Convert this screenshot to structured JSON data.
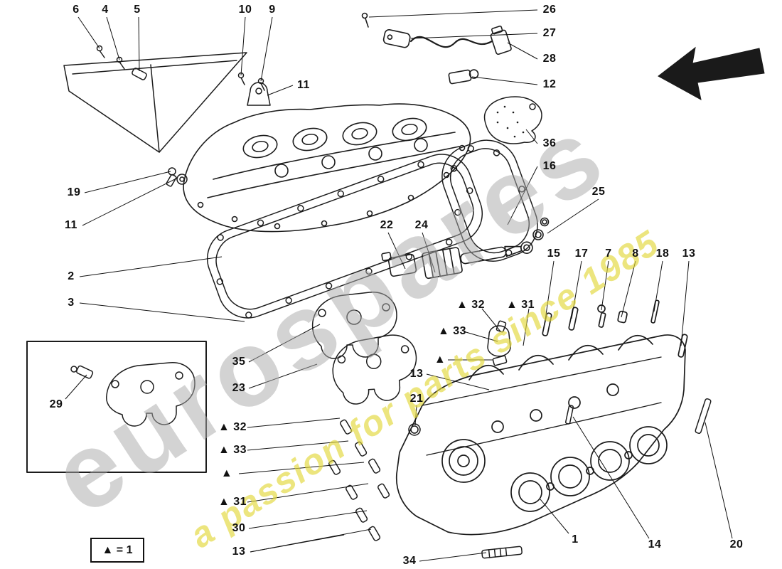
{
  "diagram": {
    "watermark_line1": "eurospares",
    "watermark_line2": "a passion for parts since 1985",
    "legend_text": "▲ = 1",
    "labels": [
      {
        "text": "6"
      },
      {
        "text": "4"
      },
      {
        "text": "5"
      },
      {
        "text": "10"
      },
      {
        "text": "9"
      },
      {
        "text": "26"
      },
      {
        "text": "27"
      },
      {
        "text": "28"
      },
      {
        "text": "12"
      },
      {
        "text": "11"
      },
      {
        "text": "36"
      },
      {
        "text": "16"
      },
      {
        "text": "19"
      },
      {
        "text": "11"
      },
      {
        "text": "25"
      },
      {
        "text": "2"
      },
      {
        "text": "22"
      },
      {
        "text": "24"
      },
      {
        "text": "3"
      },
      {
        "text": "15"
      },
      {
        "text": "17"
      },
      {
        "text": "7"
      },
      {
        "text": "8"
      },
      {
        "text": "18"
      },
      {
        "text": "13"
      },
      {
        "text": "▲ 32"
      },
      {
        "text": "▲ 31"
      },
      {
        "text": "▲ 33"
      },
      {
        "text": "▲"
      },
      {
        "text": "35"
      },
      {
        "text": "23"
      },
      {
        "text": "13"
      },
      {
        "text": "21"
      },
      {
        "text": "29"
      },
      {
        "text": "▲ 32"
      },
      {
        "text": "▲ 33"
      },
      {
        "text": "▲"
      },
      {
        "text": "▲ 31"
      },
      {
        "text": "30"
      },
      {
        "text": "13"
      },
      {
        "text": "34"
      },
      {
        "text": "1"
      },
      {
        "text": "14"
      },
      {
        "text": "20"
      }
    ],
    "colors": {
      "line": "#1c1c1c",
      "watermark_gray": "#a9a9a9",
      "watermark_yellow": "#e3d83a"
    }
  }
}
